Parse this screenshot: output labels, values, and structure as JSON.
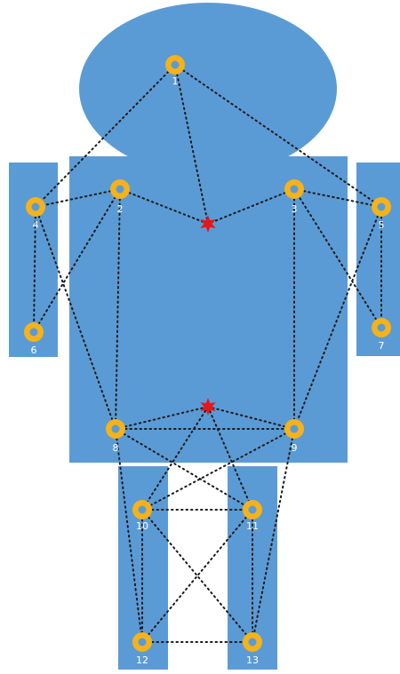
{
  "colors": {
    "background": "#ffffff",
    "body_fill": "#5b9bd5",
    "node_ring": "#f5b21b",
    "node_center": "#5b9bd5",
    "link": "#1a1a1a",
    "star": "#e8151b"
  },
  "nodes": [
    {
      "id": 1,
      "label": "1"
    },
    {
      "id": 2,
      "label": "2"
    },
    {
      "id": 3,
      "label": "3"
    },
    {
      "id": 4,
      "label": "4"
    },
    {
      "id": 5,
      "label": "5"
    },
    {
      "id": 6,
      "label": "6"
    },
    {
      "id": 7,
      "label": "7"
    },
    {
      "id": 8,
      "label": "8"
    },
    {
      "id": 9,
      "label": "9"
    },
    {
      "id": 10,
      "label": "10"
    },
    {
      "id": 11,
      "label": "11"
    },
    {
      "id": 12,
      "label": "12"
    },
    {
      "id": 13,
      "label": "13"
    }
  ],
  "stars": [
    "upper-star",
    "lower-star"
  ],
  "links": [
    [
      "1",
      "4"
    ],
    [
      "1",
      "5"
    ],
    [
      "1",
      "S1"
    ],
    [
      "2",
      "4"
    ],
    [
      "2",
      "S1"
    ],
    [
      "3",
      "5"
    ],
    [
      "3",
      "S1"
    ],
    [
      "2",
      "8"
    ],
    [
      "3",
      "9"
    ],
    [
      "4",
      "6"
    ],
    [
      "5",
      "7"
    ],
    [
      "4",
      "8"
    ],
    [
      "5",
      "9"
    ],
    [
      "6",
      "2"
    ],
    [
      "7",
      "3"
    ],
    [
      "8",
      "S2"
    ],
    [
      "9",
      "S2"
    ],
    [
      "8",
      "9"
    ],
    [
      "8",
      "11"
    ],
    [
      "9",
      "10"
    ],
    [
      "S2",
      "10"
    ],
    [
      "S2",
      "11"
    ],
    [
      "10",
      "11"
    ],
    [
      "10",
      "12"
    ],
    [
      "11",
      "13"
    ],
    [
      "12",
      "13"
    ],
    [
      "10",
      "13"
    ],
    [
      "11",
      "12"
    ],
    [
      "8",
      "12"
    ],
    [
      "9",
      "13"
    ]
  ]
}
